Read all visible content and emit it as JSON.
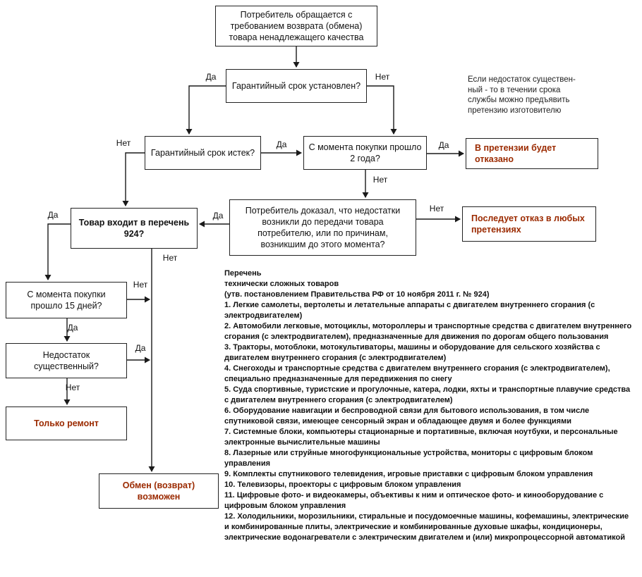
{
  "colors": {
    "background": "#ffffff",
    "box_border": "#222222",
    "connector_line": "#1a1a1a",
    "text": "#111111",
    "outcome_red_text": "#9b2a00"
  },
  "edge_labels": {
    "yes": "Да",
    "no": "Нет"
  },
  "nodes": {
    "start": "Потребитель обращается с требованием возврата (обмена) товара ненадлежащего качества",
    "warranty_set": "Гарантийный срок установлен?",
    "warranty_expired": "Гарантийный срок истек?",
    "two_years": "С момента покупки прошло 2 года?",
    "claim_denied": "В претензии будет отказано",
    "consumer_proved": "Потребитель доказал, что недостатки возникли до передачи товара потребителю, или по причинам, возникшим до этого момента?",
    "refusal_all": "Последует отказ в любых претензиях",
    "list_924": "Товар входит в перечень 924?",
    "fifteen_days": "С момента покупки прошло 15 дней?",
    "defect_significant": "Недостаток существенный?",
    "repair_only": "Только ремонт",
    "exchange_possible": "Обмен (возврат) возможен"
  },
  "note": {
    "lines": [
      "Если недостаток существен-",
      "ный - то в течении срока",
      "службы можно предъявить",
      "претензию изготовителю"
    ]
  },
  "list": {
    "heading_lines": [
      "Перечень",
      "технически сложных товаров",
      "(утв. постановлением Правительства РФ от 10 ноября 2011 г. № 924)"
    ],
    "items": [
      "1. Легкие самолеты, вертолеты и летательные аппараты с двигателем внутреннего сгорания (с электродвигателем)",
      "2. Автомобили легковые, мотоциклы, мотороллеры и транспортные средства с двигателем внутреннего сгорания (с электродвигателем), предназначенные для движения по дорогам общего пользования",
      "3. Тракторы, мотоблоки, мотокультиваторы, машины и оборудование для сельского хозяйства с двигателем внутреннего сгорания (с электродвигателем)",
      "4. Снегоходы и транспортные средства с двигателем внутреннего сгорания (с электродвигателем), специально предназначенные для передвижения по снегу",
      "5. Суда спортивные, туристские и прогулочные, катера, лодки, яхты и транспортные плавучие средства с двигателем внутреннего сгорания (с электродвигателем)",
      "6. Оборудование навигации и беспроводной связи для бытового использования, в том числе спутниковой связи, имеющее сенсорный экран и обладающее двумя и более функциями",
      "7. Системные блоки, компьютеры стационарные и портативные, включая ноутбуки, и персональные электронные вычислительные машины",
      "8. Лазерные или струйные многофункциональные устройства, мониторы с цифровым блоком управления",
      "9. Комплекты спутникового телевидения, игровые приставки с цифровым блоком управления",
      "10. Телевизоры, проекторы с цифровым блоком управления",
      "11. Цифровые фото- и видеокамеры, объективы к ним и оптическое фото- и кинооборудование с цифровым блоком управления",
      "12. Холодильники, морозильники, стиральные и посудомоечные машины, кофемашины, электрические и комбинированные плиты, электрические и комбинированные духовые шкафы, кондиционеры, электрические водонагреватели с электрическим двигателем и (или) микропроцессорной автоматикой"
    ]
  }
}
